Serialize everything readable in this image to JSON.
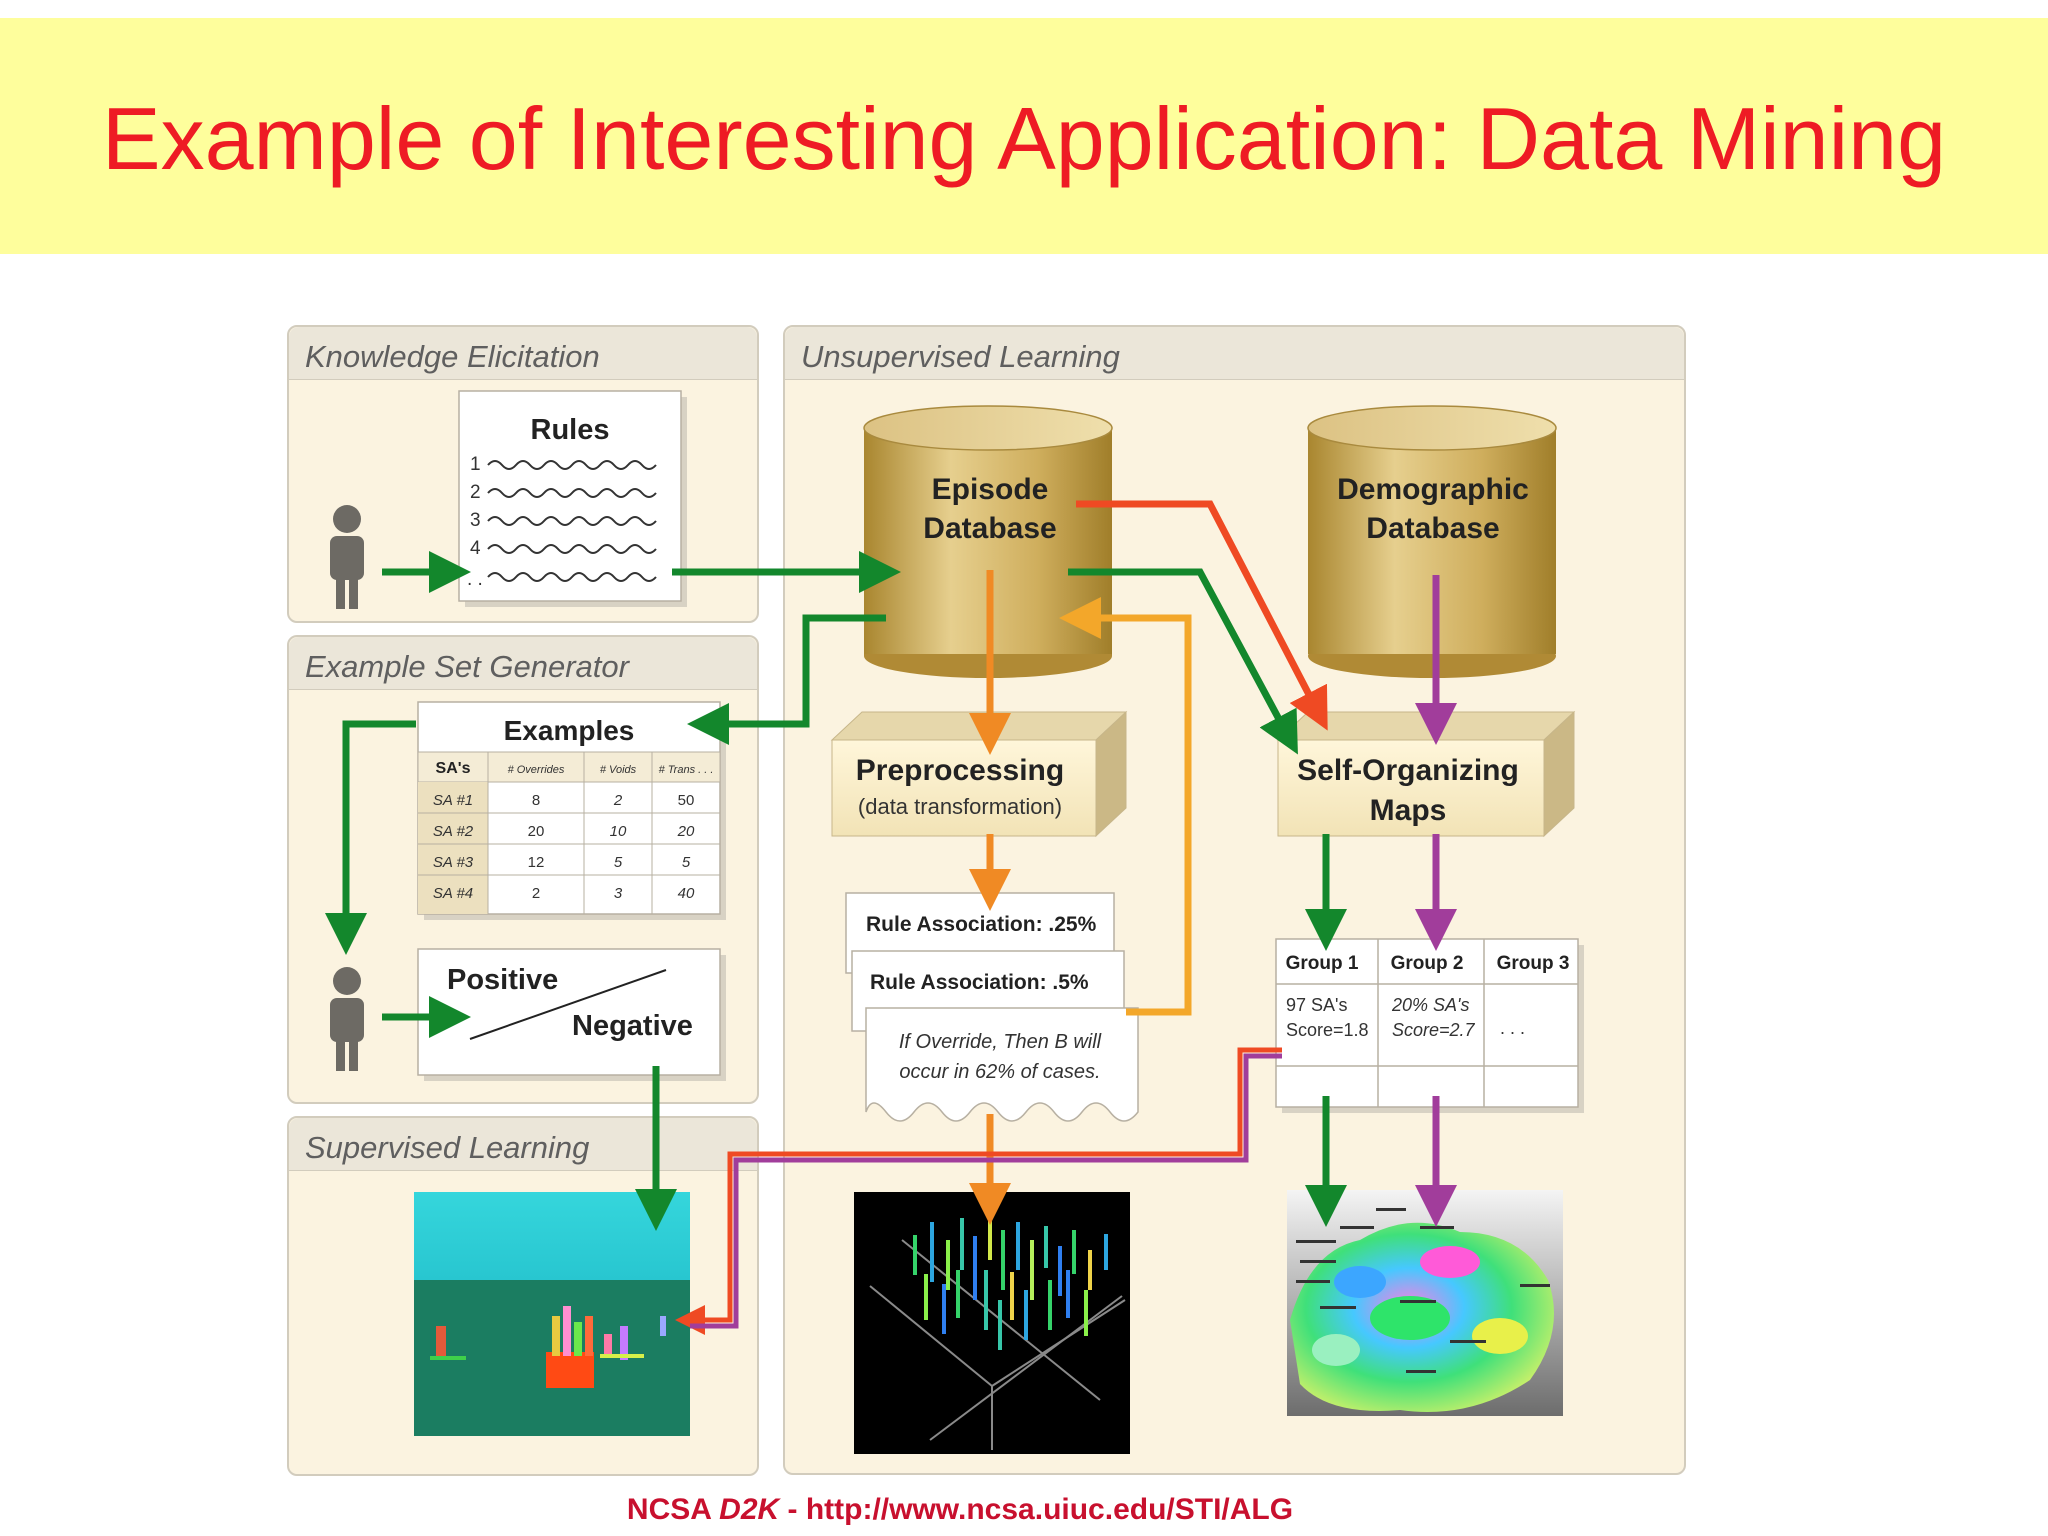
{
  "slide": {
    "title": "Example of Interesting Application: Data Mining"
  },
  "panels": {
    "knowledge": "Knowledge Elicitation",
    "unsupervised": "Unsupervised Learning",
    "example_set": "Example Set Generator",
    "supervised": "Supervised  Learning"
  },
  "rules": {
    "title": "Rules",
    "numbers": [
      "1",
      "2",
      "3",
      "4",
      ". ."
    ]
  },
  "examples": {
    "title": "Examples",
    "headers": [
      "SA's",
      "# Overrides",
      "# Voids",
      "# Trans . . ."
    ],
    "rows": [
      [
        "SA #1",
        "8",
        "2",
        "50"
      ],
      [
        "SA #2",
        "20",
        "10",
        "20"
      ],
      [
        "SA #3",
        "12",
        "5",
        "5"
      ],
      [
        "SA #4",
        "2",
        "3",
        "40"
      ]
    ]
  },
  "classify": {
    "positive": "Positive",
    "negative": "Negative"
  },
  "episode_db": {
    "line1": "Episode",
    "line2": "Database"
  },
  "demographic_db": {
    "line1": "Demographic",
    "line2": "Database"
  },
  "preprocessing": {
    "title": "Preprocessing",
    "subtitle": "(data transformation)"
  },
  "som": {
    "line1": "Self-Organizing",
    "line2": "Maps"
  },
  "rule_assoc": {
    "card1": "Rule Association: .25%",
    "card2": "Rule Association: .5%",
    "card3_line1": "If Override, Then B will",
    "card3_line2": "occur in 62% of cases."
  },
  "groups": {
    "headers": [
      "Group 1",
      "Group 2",
      "Group 3"
    ],
    "g1_line1": "97 SA's",
    "g1_line2": "Score=1.8",
    "g2_line1": "20% SA's",
    "g2_line2": "Score=2.7",
    "g3": ". . ."
  },
  "footer": {
    "prefix": "NCSA ",
    "product": "D2K",
    "suffix": " - http://www.ncsa.uiuc.edu/STI/ALG"
  },
  "colors": {
    "title": "#ee1b24",
    "title_band": "#fefe9c",
    "arrow_green": "#13872c",
    "arrow_orange": "#f08a24",
    "arrow_red_orange": "#ef4a23",
    "arrow_magenta": "#a13d9b",
    "arrow_yellow_orange": "#f3a72a",
    "cylinder": "#c9a656",
    "footer": "#c8102e"
  }
}
